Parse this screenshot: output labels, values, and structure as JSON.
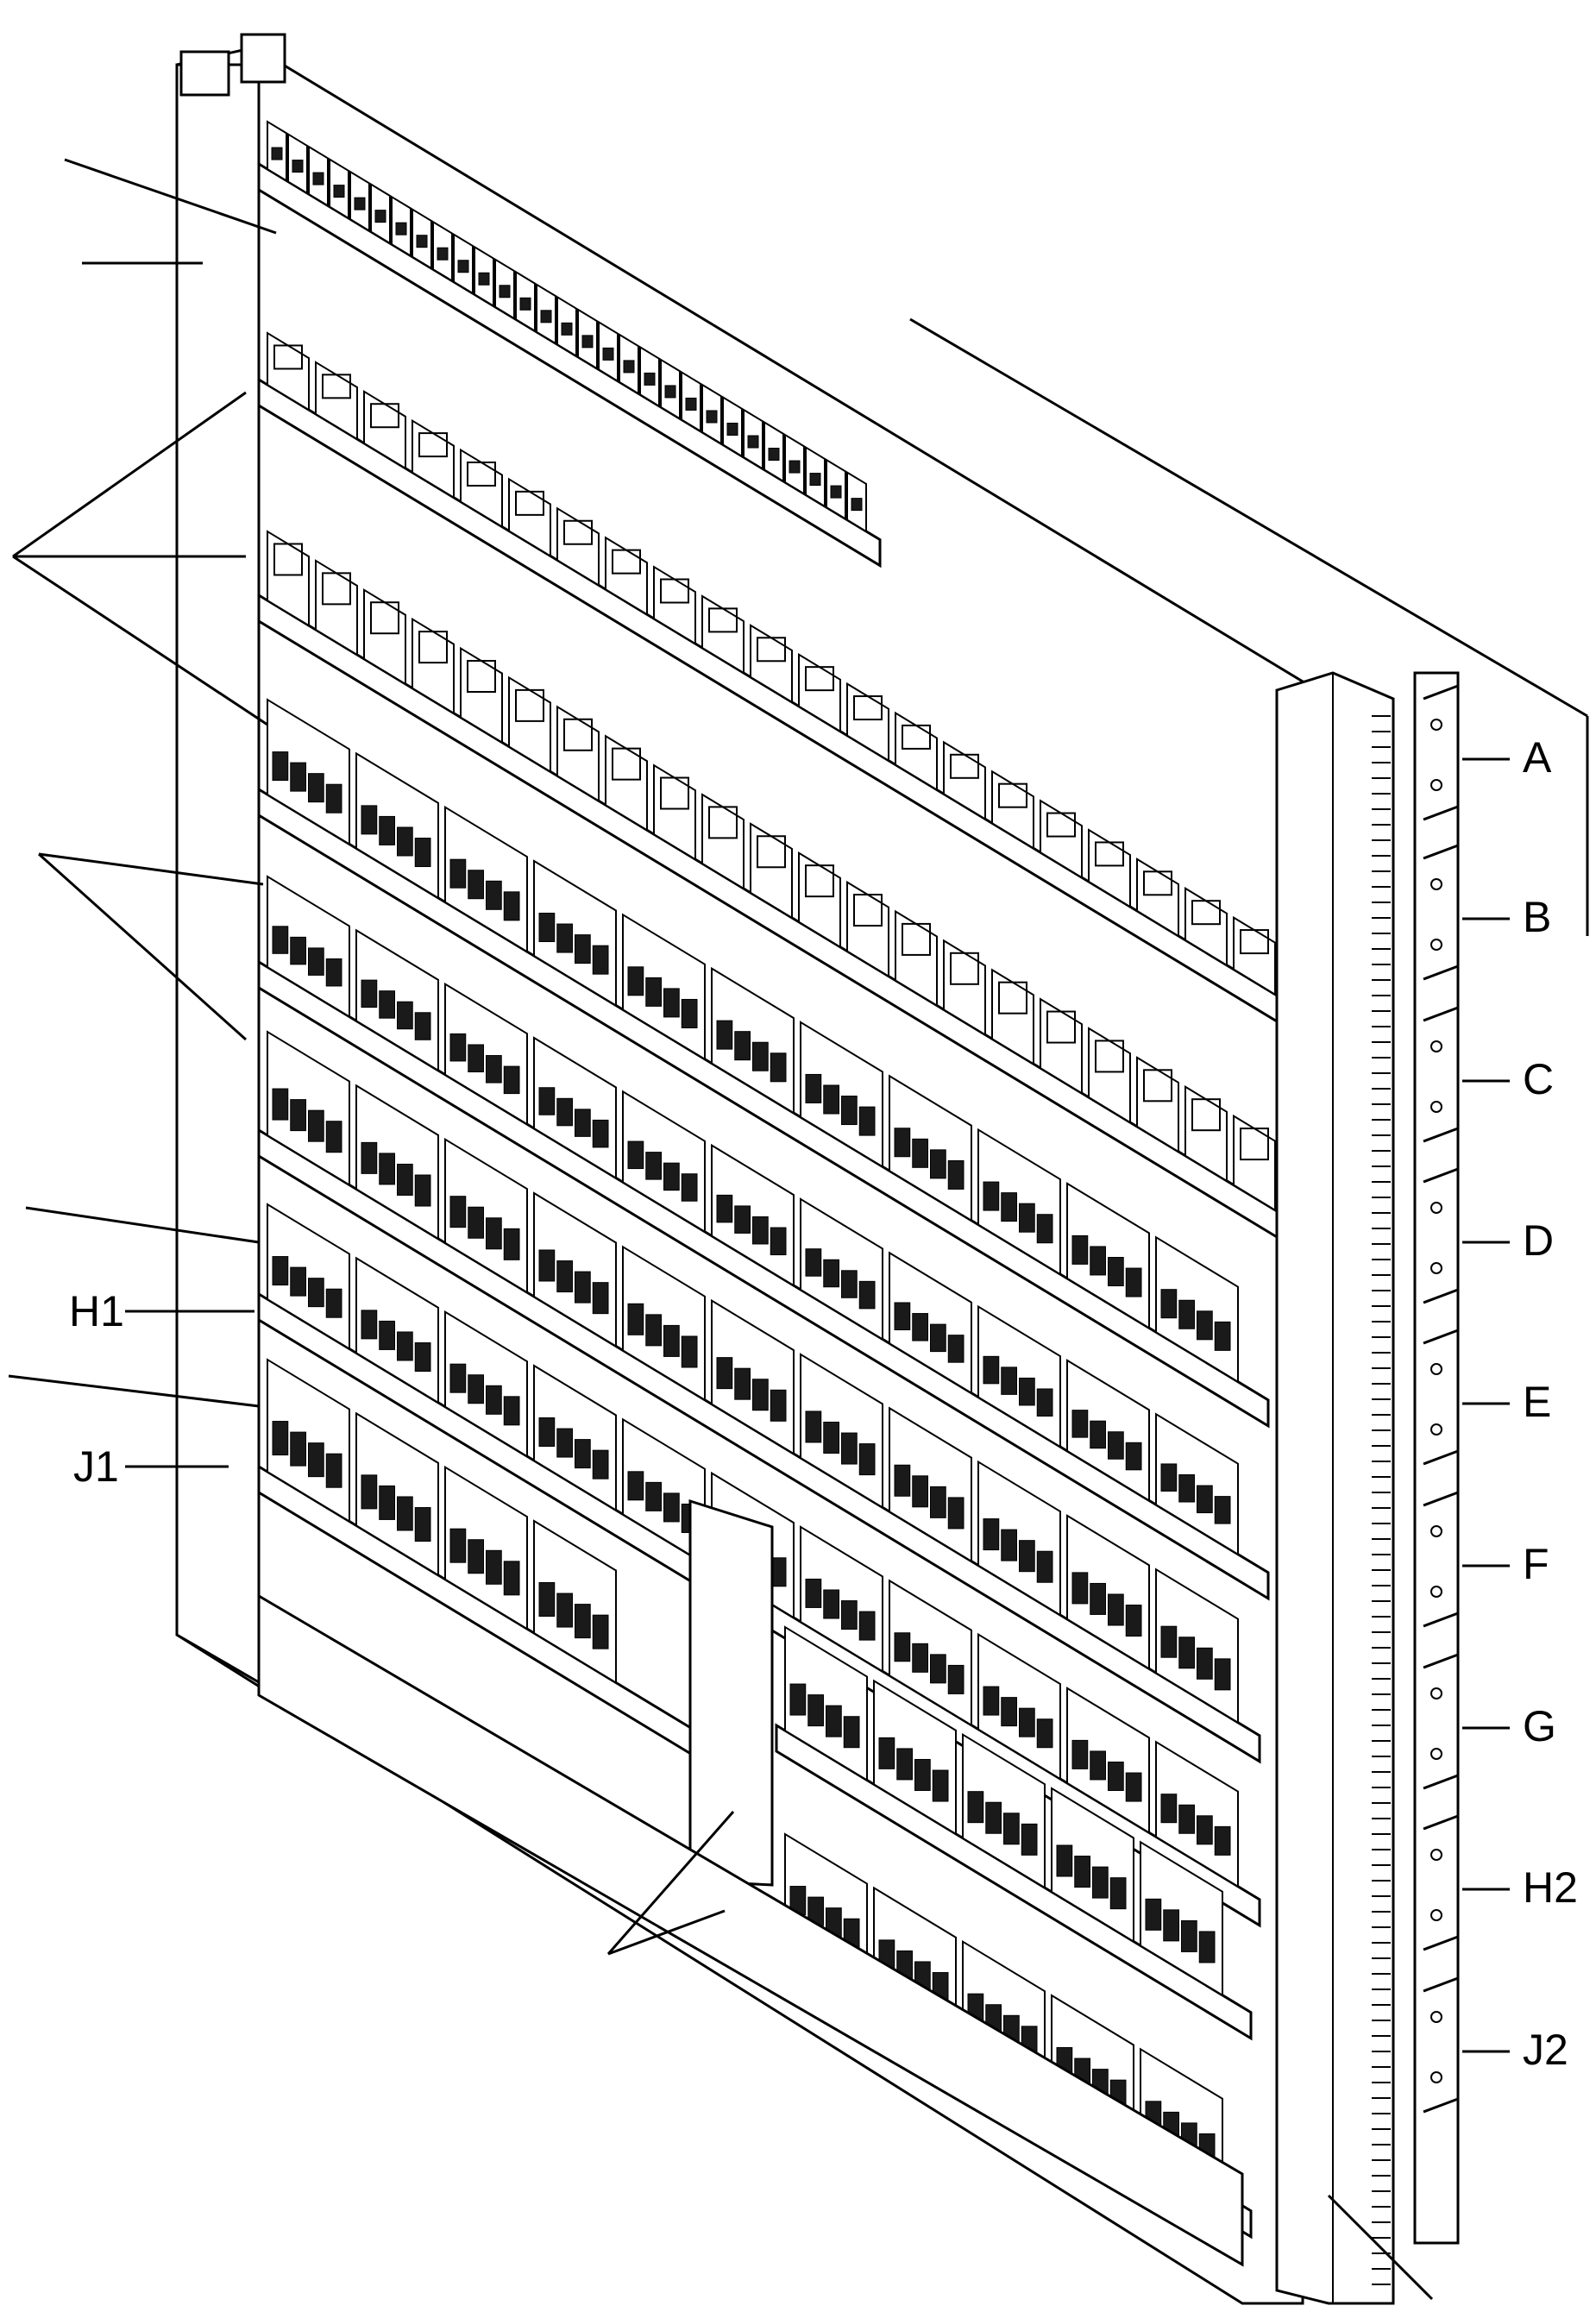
{
  "labels": {
    "left": [
      {
        "id": "h1",
        "text": "H1"
      },
      {
        "id": "j1",
        "text": "J1"
      }
    ],
    "right": [
      {
        "id": "a",
        "text": "A"
      },
      {
        "id": "b",
        "text": "B"
      },
      {
        "id": "c",
        "text": "C"
      },
      {
        "id": "d",
        "text": "D"
      },
      {
        "id": "e",
        "text": "E"
      },
      {
        "id": "f",
        "text": "F"
      },
      {
        "id": "g",
        "text": "G"
      },
      {
        "id": "h2",
        "text": "H2"
      },
      {
        "id": "j2",
        "text": "J2"
      }
    ]
  },
  "colors": {
    "line": "#000000",
    "background": "#ffffff",
    "module_fill": "#1a1a1a"
  }
}
